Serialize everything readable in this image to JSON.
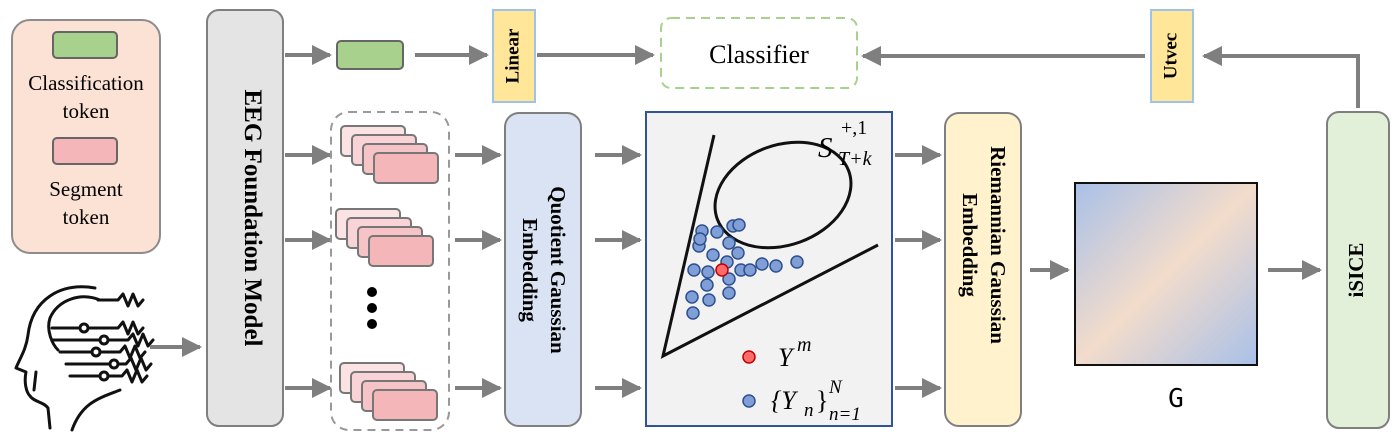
{
  "legend": {
    "classification_label_line1": "Classification",
    "classification_label_line2": "token",
    "segment_label_line1": "Segment",
    "segment_label_line2": "token"
  },
  "blocks": {
    "eeg_model": "EEG Foundation Model",
    "linear": "Linear",
    "classifier": "Classifier",
    "utvec": "Utvec",
    "quotient": [
      "Quotient Gaussian",
      "Embedding"
    ],
    "riemannian": [
      "Riemannian Gaussian",
      "Embedding"
    ],
    "isice": "iSICE",
    "matrix_label": "G"
  },
  "manifold": {
    "space_symbol": "S",
    "space_sup": "+,1",
    "space_sub": "T+k",
    "mean_symbol": "Y",
    "mean_sup": "m",
    "set_open": "{Y",
    "set_sub_n": "n",
    "set_close": "}",
    "set_sup": "N",
    "set_sub_range": "n=1"
  },
  "ellipsis": "⋮",
  "colors": {
    "classification_token": "#a9d18e",
    "segment_token": "#f4b6b8",
    "legend_bg": "#fbe2d5",
    "eeg_block": "#e4e4e4",
    "linear_utvec": "#ffe699",
    "quotient_block": "#dae3f3",
    "riemannian_block": "#fff2cc",
    "isice_block": "#e2f0d9",
    "arrow": "#7f7f7f",
    "point": "#7f9fd6",
    "mean_point": "#ff6b6b"
  }
}
